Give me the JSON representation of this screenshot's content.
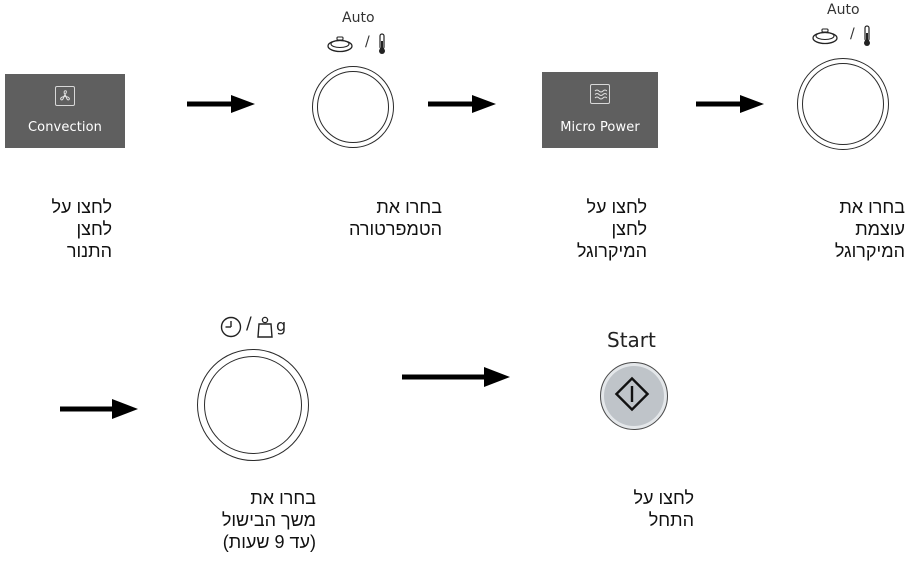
{
  "buttons": {
    "convection": {
      "label": "Convection",
      "icon": "fan-icon"
    },
    "micro_power": {
      "label": "Micro Power",
      "icon": "wave-icon"
    },
    "start": {
      "label": "Start",
      "icon": "diamond-start-icon"
    }
  },
  "dials": {
    "auto_label_1": "Auto",
    "auto_label_2": "Auto",
    "mode_separator_1": "/",
    "mode_separator_2": "/",
    "time_separator": "/",
    "weight_unit": "g"
  },
  "captions": {
    "step1": [
      "לחצו על",
      "לחצן",
      "התנור"
    ],
    "step2": [
      "בחרו את",
      "הטמפרטורה"
    ],
    "step3": [
      "לחצו על",
      "לחצן",
      "המיקרוגל"
    ],
    "step4": [
      "בחרו את",
      "עוצמת",
      "המיקרוגל"
    ],
    "step5": [
      "בחרו את",
      "משך הבישול",
      "(עד 9 שעות)"
    ],
    "step6": [
      "לחצו על",
      "התחל"
    ]
  },
  "colors": {
    "panel": "#5f5f5f",
    "start_button": "#bfc4c9",
    "arrow": "#000000"
  }
}
